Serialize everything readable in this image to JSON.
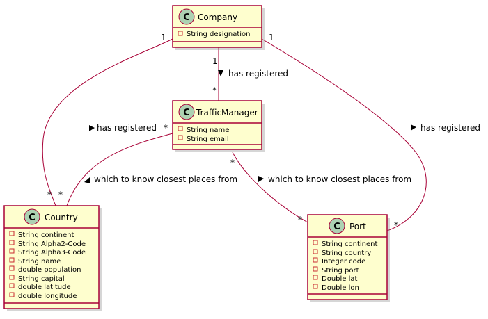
{
  "diagram": {
    "classes": {
      "company": {
        "stereotype": "C",
        "name": "Company",
        "attributes": [
          "String designation"
        ]
      },
      "traffic_manager": {
        "stereotype": "C",
        "name": "TrafficManager",
        "attributes": [
          "String name",
          "String email"
        ]
      },
      "country": {
        "stereotype": "C",
        "name": "Country",
        "attributes": [
          "String continent",
          "String Alpha2-Code",
          "String Alpha3-Code",
          "String name",
          "double population",
          "String capital",
          "double latitude",
          "double longitude"
        ]
      },
      "port": {
        "stereotype": "C",
        "name": "Port",
        "attributes": [
          "String continent",
          "String country",
          "Integer code",
          "String port",
          "Double lat",
          "Double lon"
        ]
      }
    },
    "associations": {
      "company_traffic_manager": {
        "label": "has registered",
        "source_mult": "1",
        "target_mult": "*"
      },
      "company_country": {
        "label": "has registered",
        "source_mult": "1",
        "target_mult": "*"
      },
      "company_port": {
        "label": "has registered",
        "source_mult": "1",
        "target_mult": "*"
      },
      "traffic_manager_country": {
        "label": "which to know closest places from",
        "source_mult": "*",
        "target_mult": "*"
      },
      "traffic_manager_port": {
        "label": "which to know closest places from",
        "source_mult": "*",
        "target_mult": "*"
      }
    }
  }
}
